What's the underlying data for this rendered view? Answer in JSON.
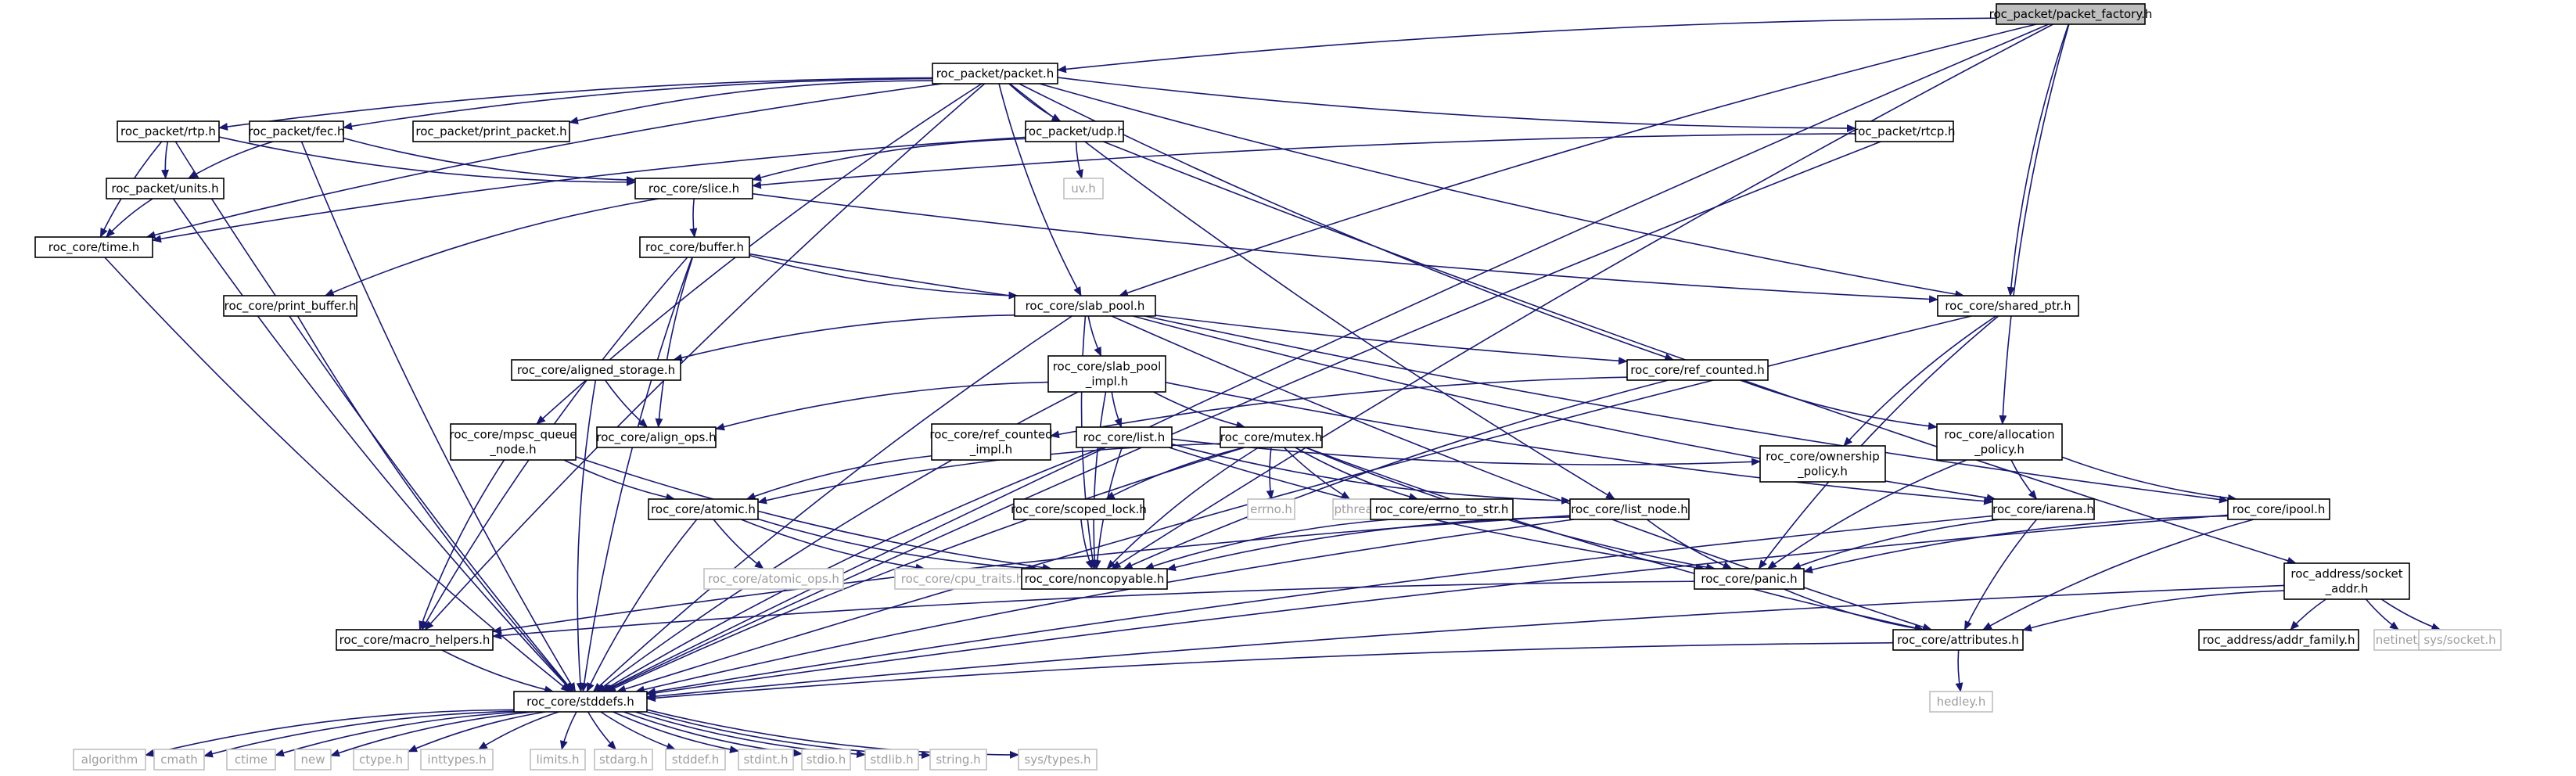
{
  "colors": {
    "edge": "#191970",
    "node_border": "#000000",
    "node_text": "#000000",
    "focus_fill": "#bfbfbf",
    "system_border": "#bfbfbf",
    "system_text": "#9e9e9e"
  },
  "nodes": [
    {
      "id": "packet_factory",
      "label": "roc_packet/packet_factory.h",
      "kind": "focus"
    },
    {
      "id": "packet",
      "label": "roc_packet/packet.h",
      "kind": "file"
    },
    {
      "id": "rtp",
      "label": "roc_packet/rtp.h",
      "kind": "file"
    },
    {
      "id": "fec",
      "label": "roc_packet/fec.h",
      "kind": "file"
    },
    {
      "id": "print_packet",
      "label": "roc_packet/print_packet.h",
      "kind": "file"
    },
    {
      "id": "udp",
      "label": "roc_packet/udp.h",
      "kind": "file"
    },
    {
      "id": "rtcp",
      "label": "roc_packet/rtcp.h",
      "kind": "file"
    },
    {
      "id": "units",
      "label": "roc_packet/units.h",
      "kind": "file"
    },
    {
      "id": "slice",
      "label": "roc_core/slice.h",
      "kind": "file"
    },
    {
      "id": "uv",
      "label": "uv.h",
      "kind": "system"
    },
    {
      "id": "time",
      "label": "roc_core/time.h",
      "kind": "file"
    },
    {
      "id": "buffer",
      "label": "roc_core/buffer.h",
      "kind": "file"
    },
    {
      "id": "print_buffer",
      "label": "roc_core/print_buffer.h",
      "kind": "file"
    },
    {
      "id": "slab_pool",
      "label": "roc_core/slab_pool.h",
      "kind": "file"
    },
    {
      "id": "shared_ptr",
      "label": "roc_core/shared_ptr.h",
      "kind": "file"
    },
    {
      "id": "aligned_storage",
      "label": "roc_core/aligned_storage.h",
      "kind": "file"
    },
    {
      "id": "slab_pool_impl",
      "label": [
        "roc_core/slab_pool",
        "_impl.h"
      ],
      "kind": "file"
    },
    {
      "id": "ref_counted",
      "label": "roc_core/ref_counted.h",
      "kind": "file"
    },
    {
      "id": "mpsc_queue_node",
      "label": [
        "roc_core/mpsc_queue",
        "_node.h"
      ],
      "kind": "file"
    },
    {
      "id": "align_ops",
      "label": "roc_core/align_ops.h",
      "kind": "file"
    },
    {
      "id": "ref_counted_impl",
      "label": [
        "roc_core/ref_counted",
        "_impl.h"
      ],
      "kind": "file"
    },
    {
      "id": "list",
      "label": "roc_core/list.h",
      "kind": "file"
    },
    {
      "id": "mutex",
      "label": "roc_core/mutex.h",
      "kind": "file"
    },
    {
      "id": "allocation_policy",
      "label": [
        "roc_core/allocation",
        "_policy.h"
      ],
      "kind": "file"
    },
    {
      "id": "atomic",
      "label": "roc_core/atomic.h",
      "kind": "file"
    },
    {
      "id": "scoped_lock",
      "label": "roc_core/scoped_lock.h",
      "kind": "file"
    },
    {
      "id": "errno",
      "label": "errno.h",
      "kind": "system"
    },
    {
      "id": "pthread",
      "label": "pthread.h",
      "kind": "system"
    },
    {
      "id": "errno_to_str",
      "label": "roc_core/errno_to_str.h",
      "kind": "file"
    },
    {
      "id": "list_node",
      "label": "roc_core/list_node.h",
      "kind": "file"
    },
    {
      "id": "ownership_policy",
      "label": [
        "roc_core/ownership",
        "_policy.h"
      ],
      "kind": "file"
    },
    {
      "id": "iarena",
      "label": "roc_core/iarena.h",
      "kind": "file"
    },
    {
      "id": "ipool",
      "label": "roc_core/ipool.h",
      "kind": "file"
    },
    {
      "id": "atomic_ops",
      "label": "roc_core/atomic_ops.h",
      "kind": "system"
    },
    {
      "id": "cpu_traits",
      "label": "roc_core/cpu_traits.h",
      "kind": "system"
    },
    {
      "id": "noncopyable",
      "label": "roc_core/noncopyable.h",
      "kind": "file"
    },
    {
      "id": "panic",
      "label": "roc_core/panic.h",
      "kind": "file"
    },
    {
      "id": "socket_addr",
      "label": [
        "roc_address/socket",
        "_addr.h"
      ],
      "kind": "file"
    },
    {
      "id": "macro_helpers",
      "label": "roc_core/macro_helpers.h",
      "kind": "file"
    },
    {
      "id": "attributes",
      "label": "roc_core/attributes.h",
      "kind": "file"
    },
    {
      "id": "addr_family",
      "label": "roc_address/addr_family.h",
      "kind": "file"
    },
    {
      "id": "netinet_in",
      "label": "netinet/in.h",
      "kind": "system"
    },
    {
      "id": "sys_socket",
      "label": "sys/socket.h",
      "kind": "system"
    },
    {
      "id": "stddefs",
      "label": "roc_core/stddefs.h",
      "kind": "file"
    },
    {
      "id": "hedley",
      "label": "hedley.h",
      "kind": "system"
    },
    {
      "id": "algorithm",
      "label": "algorithm",
      "kind": "system"
    },
    {
      "id": "cmath",
      "label": "cmath",
      "kind": "system"
    },
    {
      "id": "ctime",
      "label": "ctime",
      "kind": "system"
    },
    {
      "id": "new",
      "label": "new",
      "kind": "system"
    },
    {
      "id": "ctype",
      "label": "ctype.h",
      "kind": "system"
    },
    {
      "id": "inttypes",
      "label": "inttypes.h",
      "kind": "system"
    },
    {
      "id": "limits",
      "label": "limits.h",
      "kind": "system"
    },
    {
      "id": "stdarg",
      "label": "stdarg.h",
      "kind": "system"
    },
    {
      "id": "stddef",
      "label": "stddef.h",
      "kind": "system"
    },
    {
      "id": "stdint",
      "label": "stdint.h",
      "kind": "system"
    },
    {
      "id": "stdio",
      "label": "stdio.h",
      "kind": "system"
    },
    {
      "id": "stdlib",
      "label": "stdlib.h",
      "kind": "system"
    },
    {
      "id": "string",
      "label": "string.h",
      "kind": "system"
    },
    {
      "id": "sys_types",
      "label": "sys/types.h",
      "kind": "system"
    }
  ],
  "edges": [
    [
      "packet_factory",
      "packet"
    ],
    [
      "packet_factory",
      "slab_pool"
    ],
    [
      "packet_factory",
      "shared_ptr"
    ],
    [
      "packet_factory",
      "allocation_policy"
    ],
    [
      "packet_factory",
      "noncopyable"
    ],
    [
      "packet_factory",
      "stddefs"
    ],
    [
      "packet",
      "rtp"
    ],
    [
      "packet",
      "fec"
    ],
    [
      "packet",
      "print_packet"
    ],
    [
      "packet",
      "udp"
    ],
    [
      "packet",
      "rtcp"
    ],
    [
      "packet",
      "time"
    ],
    [
      "packet",
      "slab_pool"
    ],
    [
      "packet",
      "shared_ptr"
    ],
    [
      "packet",
      "ref_counted"
    ],
    [
      "packet",
      "mpsc_queue_node"
    ],
    [
      "packet",
      "list_node"
    ],
    [
      "packet",
      "macro_helpers"
    ],
    [
      "rtp",
      "units"
    ],
    [
      "rtp",
      "slice"
    ],
    [
      "rtp",
      "time"
    ],
    [
      "rtp",
      "stddefs"
    ],
    [
      "fec",
      "units"
    ],
    [
      "fec",
      "slice"
    ],
    [
      "fec",
      "stddefs"
    ],
    [
      "udp",
      "slice"
    ],
    [
      "udp",
      "uv"
    ],
    [
      "udp",
      "time"
    ],
    [
      "udp",
      "socket_addr"
    ],
    [
      "rtcp",
      "slice"
    ],
    [
      "rtcp",
      "stddefs"
    ],
    [
      "units",
      "time"
    ],
    [
      "units",
      "stddefs"
    ],
    [
      "time",
      "stddefs"
    ],
    [
      "slice",
      "buffer"
    ],
    [
      "slice",
      "print_buffer"
    ],
    [
      "slice",
      "shared_ptr"
    ],
    [
      "buffer",
      "slab_pool"
    ],
    [
      "buffer",
      "ref_counted"
    ],
    [
      "buffer",
      "align_ops"
    ],
    [
      "buffer",
      "macro_helpers"
    ],
    [
      "buffer",
      "stddefs"
    ],
    [
      "print_buffer",
      "stddefs"
    ],
    [
      "slab_pool",
      "aligned_storage"
    ],
    [
      "slab_pool",
      "slab_pool_impl"
    ],
    [
      "slab_pool",
      "iarena"
    ],
    [
      "slab_pool",
      "ipool"
    ],
    [
      "slab_pool",
      "noncopyable"
    ],
    [
      "slab_pool",
      "attributes"
    ],
    [
      "slab_pool",
      "stddefs"
    ],
    [
      "shared_ptr",
      "ownership_policy"
    ],
    [
      "shared_ptr",
      "panic"
    ],
    [
      "shared_ptr",
      "stddefs"
    ],
    [
      "aligned_storage",
      "align_ops"
    ],
    [
      "aligned_storage",
      "stddefs"
    ],
    [
      "slab_pool_impl",
      "align_ops"
    ],
    [
      "slab_pool_impl",
      "list"
    ],
    [
      "slab_pool_impl",
      "mutex"
    ],
    [
      "slab_pool_impl",
      "iarena"
    ],
    [
      "slab_pool_impl",
      "noncopyable"
    ],
    [
      "slab_pool_impl",
      "stddefs"
    ],
    [
      "ref_counted",
      "ref_counted_impl"
    ],
    [
      "ref_counted",
      "allocation_policy"
    ],
    [
      "ref_counted",
      "noncopyable"
    ],
    [
      "mpsc_queue_node",
      "atomic"
    ],
    [
      "mpsc_queue_node",
      "noncopyable"
    ],
    [
      "mpsc_queue_node",
      "macro_helpers"
    ],
    [
      "ref_counted_impl",
      "atomic"
    ],
    [
      "list",
      "list_node"
    ],
    [
      "list",
      "ownership_policy"
    ],
    [
      "list",
      "noncopyable"
    ],
    [
      "list",
      "panic"
    ],
    [
      "list",
      "stddefs"
    ],
    [
      "mutex",
      "atomic"
    ],
    [
      "mutex",
      "scoped_lock"
    ],
    [
      "mutex",
      "errno"
    ],
    [
      "mutex",
      "pthread"
    ],
    [
      "mutex",
      "errno_to_str"
    ],
    [
      "mutex",
      "noncopyable"
    ],
    [
      "mutex",
      "attributes"
    ],
    [
      "mutex",
      "panic"
    ],
    [
      "mutex",
      "stddefs"
    ],
    [
      "allocation_policy",
      "iarena"
    ],
    [
      "allocation_policy",
      "ipool"
    ],
    [
      "allocation_policy",
      "panic"
    ],
    [
      "atomic",
      "atomic_ops"
    ],
    [
      "atomic",
      "cpu_traits"
    ],
    [
      "atomic",
      "noncopyable"
    ],
    [
      "atomic",
      "stddefs"
    ],
    [
      "scoped_lock",
      "noncopyable"
    ],
    [
      "errno_to_str",
      "noncopyable"
    ],
    [
      "list_node",
      "noncopyable"
    ],
    [
      "list_node",
      "panic"
    ],
    [
      "list_node",
      "macro_helpers"
    ],
    [
      "list_node",
      "stddefs"
    ],
    [
      "iarena",
      "panic"
    ],
    [
      "iarena",
      "attributes"
    ],
    [
      "iarena",
      "stddefs"
    ],
    [
      "ipool",
      "panic"
    ],
    [
      "ipool",
      "attributes"
    ],
    [
      "ipool",
      "stddefs"
    ],
    [
      "panic",
      "attributes"
    ],
    [
      "panic",
      "macro_helpers"
    ],
    [
      "socket_addr",
      "addr_family"
    ],
    [
      "socket_addr",
      "netinet_in"
    ],
    [
      "socket_addr",
      "sys_socket"
    ],
    [
      "socket_addr",
      "attributes"
    ],
    [
      "socket_addr",
      "stddefs"
    ],
    [
      "macro_helpers",
      "stddefs"
    ],
    [
      "attributes",
      "hedley"
    ],
    [
      "attributes",
      "stddefs"
    ],
    [
      "stddefs",
      "algorithm"
    ],
    [
      "stddefs",
      "cmath"
    ],
    [
      "stddefs",
      "ctime"
    ],
    [
      "stddefs",
      "new"
    ],
    [
      "stddefs",
      "ctype"
    ],
    [
      "stddefs",
      "inttypes"
    ],
    [
      "stddefs",
      "limits"
    ],
    [
      "stddefs",
      "stdarg"
    ],
    [
      "stddefs",
      "stddef"
    ],
    [
      "stddefs",
      "stdint"
    ],
    [
      "stddefs",
      "stdio"
    ],
    [
      "stddefs",
      "stdlib"
    ],
    [
      "stddefs",
      "string"
    ],
    [
      "stddefs",
      "sys_types"
    ]
  ]
}
